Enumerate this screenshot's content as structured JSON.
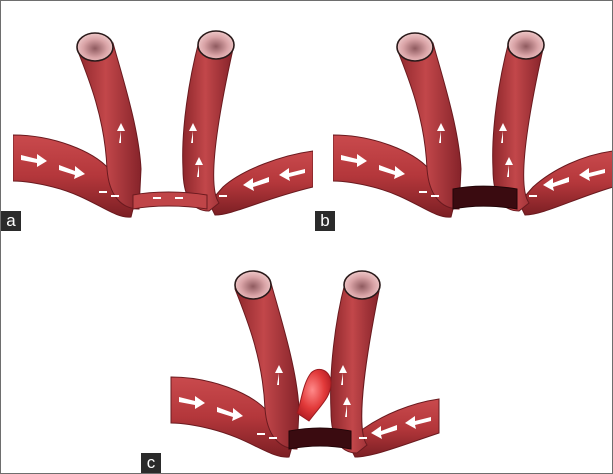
{
  "figure": {
    "panels": [
      {
        "label": "a",
        "connection": "open-channel"
      },
      {
        "label": "b",
        "connection": "occluded"
      },
      {
        "label": "c",
        "connection": "occluded-with-aneurysm"
      }
    ]
  },
  "colors": {
    "vessel": "#b4373b",
    "vessel_dark": "#7c1f24",
    "vessel_highlight": "#d86a6a",
    "lumen_outer": "#f4c7c7",
    "lumen_inner": "#8f5a5f",
    "occlusion": "#3a0b10",
    "aneurysm": "#e23a3a",
    "label_bg": "#2b2b2b",
    "label_text": "#ffffff",
    "arrow": "#ffffff"
  }
}
